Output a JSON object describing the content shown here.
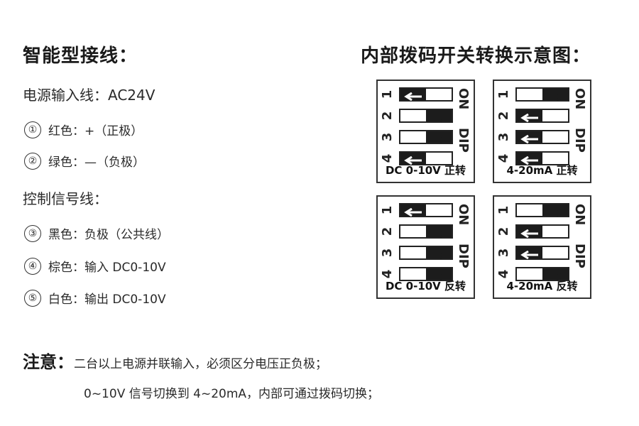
{
  "left": {
    "title": "智能型接线：",
    "power_line": "电源输入线：AC24V",
    "power_items": [
      {
        "num": "①",
        "text": "红色：+（正极）"
      },
      {
        "num": "②",
        "text": "绿色：—（负极）"
      }
    ],
    "control_line": "控制信号线：",
    "control_items": [
      {
        "num": "③",
        "text": "黑色：负极（公共线）"
      },
      {
        "num": "④",
        "text": "棕色：输入 DC0-10V"
      },
      {
        "num": "⑤",
        "text": "白色：输出 DC0-10V"
      }
    ]
  },
  "right": {
    "title": "内部拨码开关转换示意图：",
    "on_label": "ON",
    "dip_label": "DIP",
    "panels": [
      {
        "caption": "DC 0-10V 正转",
        "switches": [
          "left",
          "right",
          "right",
          "left"
        ]
      },
      {
        "caption": "4-20mA 正转",
        "switches": [
          "right",
          "left",
          "left",
          "left"
        ]
      },
      {
        "caption": "DC 0-10V 反转",
        "switches": [
          "left",
          "right",
          "right",
          "right"
        ]
      },
      {
        "caption": "4-20mA 反转",
        "switches": [
          "right",
          "left",
          "left",
          "right"
        ]
      }
    ]
  },
  "note": {
    "title": "注意：",
    "line1": "二台以上电源并联输入，必须区分电压正负极；",
    "line2": "0~10V 信号切换到 4~20mA，内部可通过拨码切换；"
  }
}
